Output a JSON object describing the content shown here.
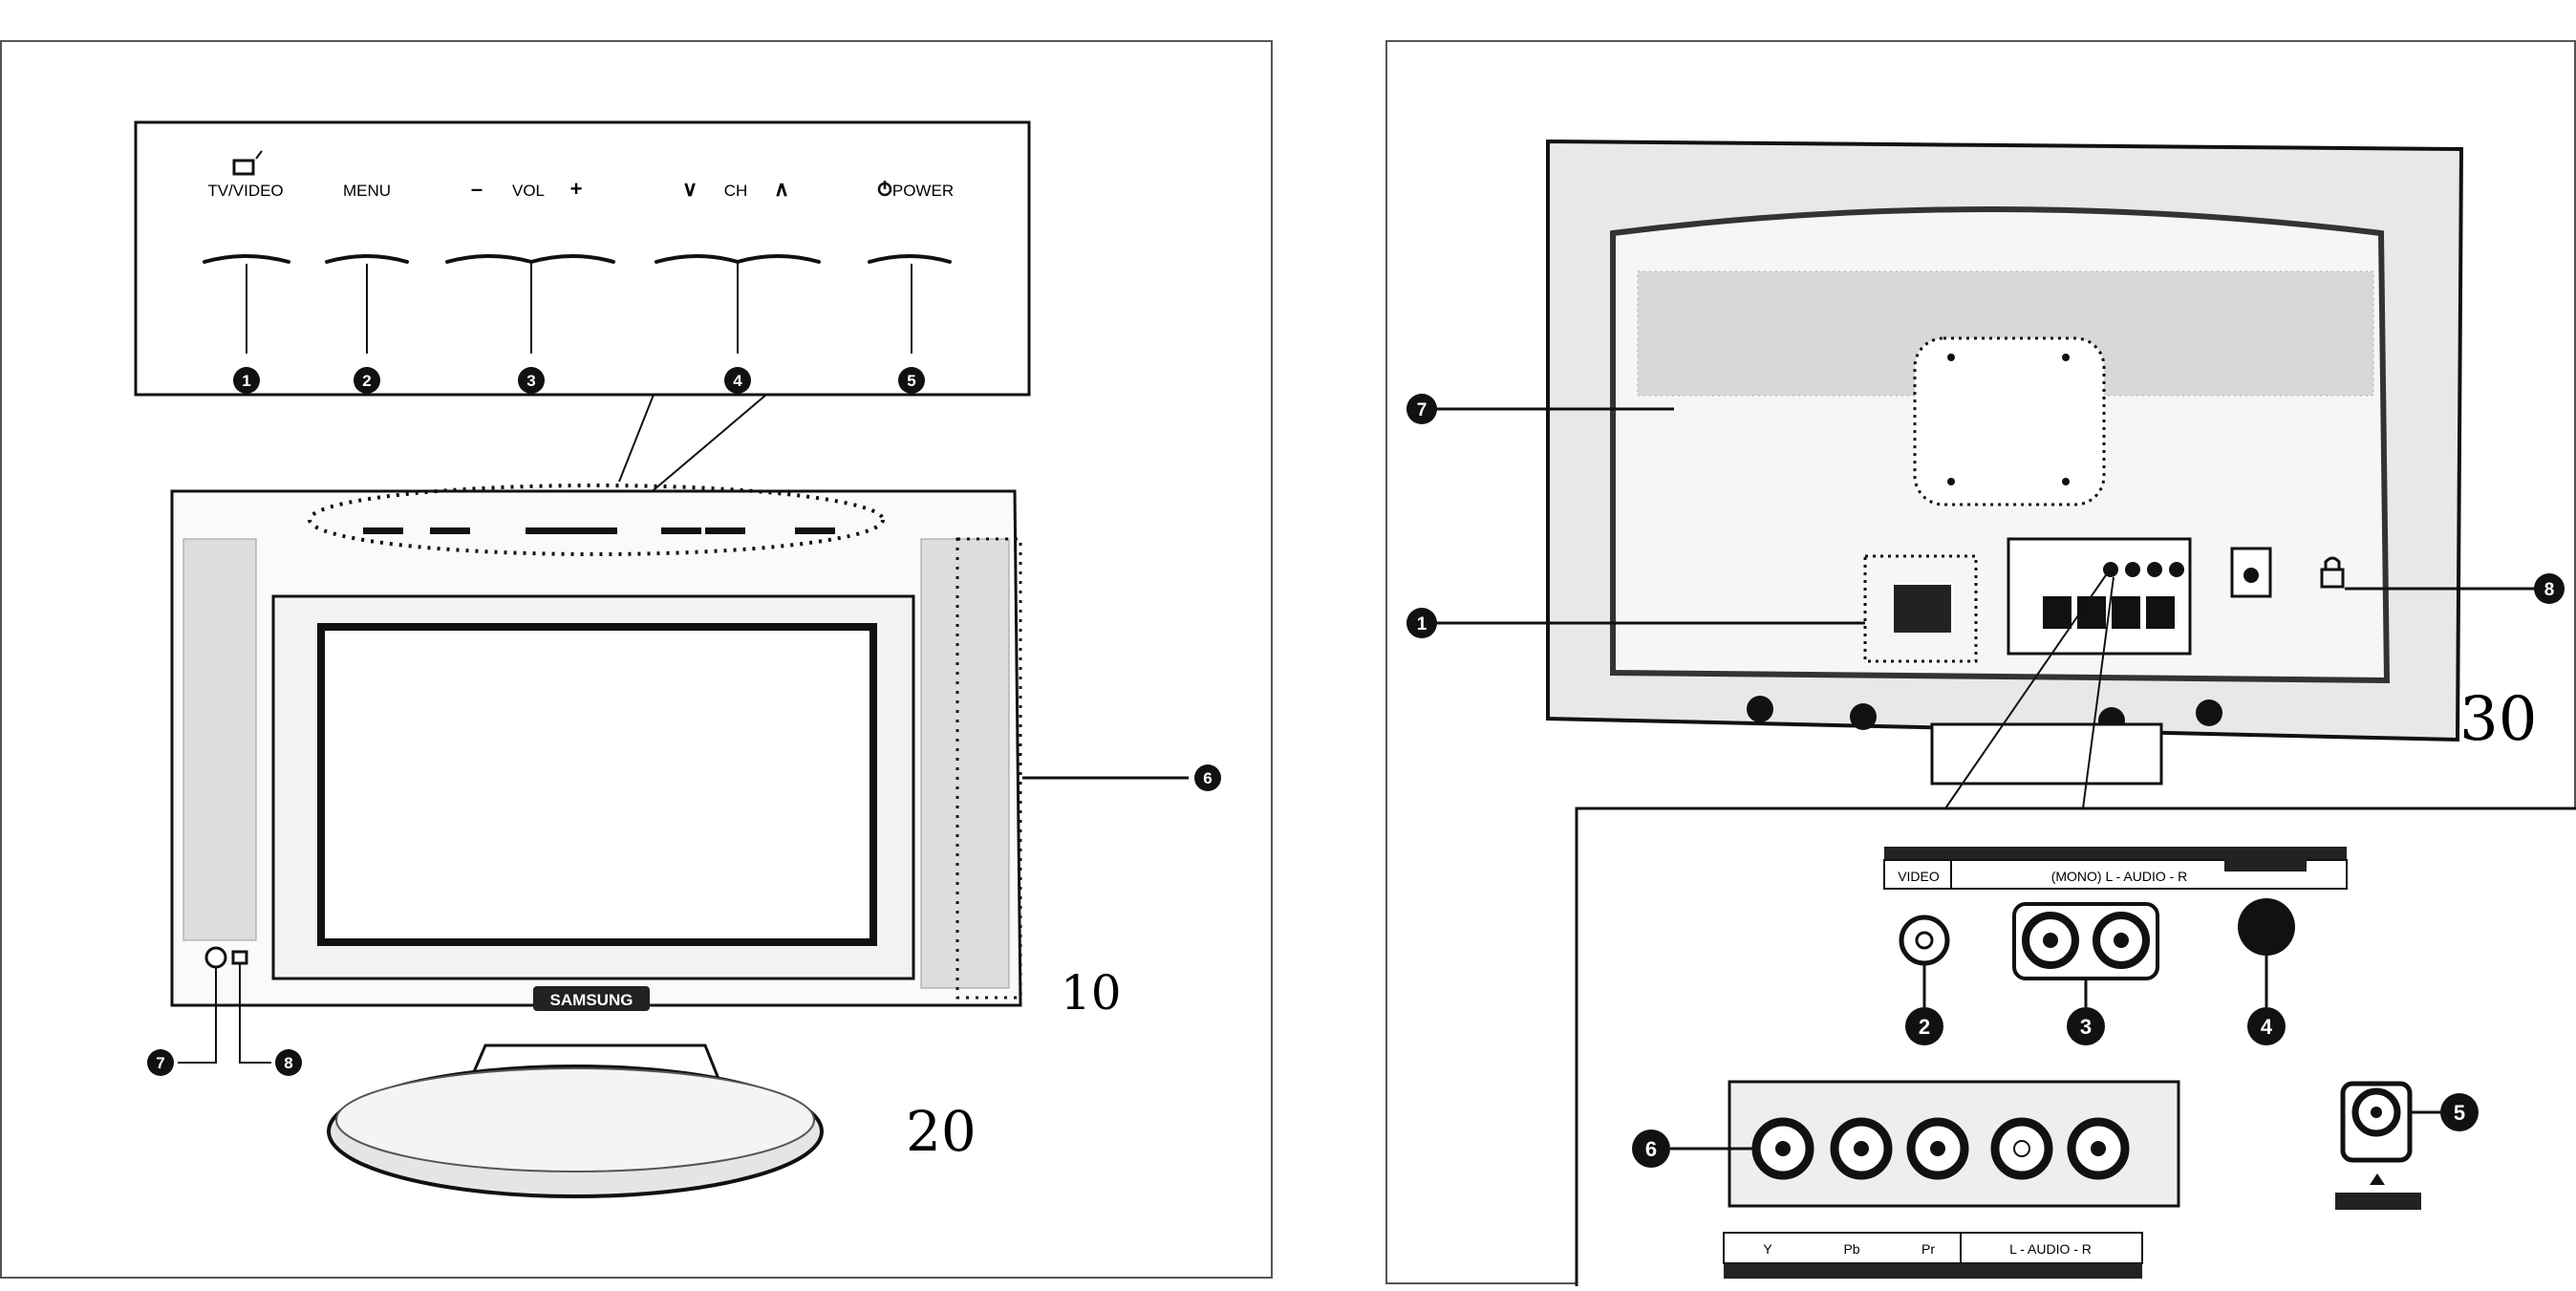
{
  "front_panel": {
    "buttons": [
      {
        "label": "TV/VIDEO",
        "number": "1"
      },
      {
        "label": "MENU",
        "number": "2"
      },
      {
        "label": "VOL",
        "minus": "–",
        "plus": "+",
        "number": "3"
      },
      {
        "label": "CH",
        "down": "∨",
        "up": "∧",
        "number": "4"
      },
      {
        "label": "POWER",
        "number": "5"
      }
    ],
    "brand": "SAMSUNG",
    "callouts": [
      "6",
      "7",
      "8"
    ],
    "handwritten": [
      "10",
      "20"
    ]
  },
  "rear_panel": {
    "callouts_top": [
      "7",
      "1",
      "8"
    ],
    "handwritten": "30",
    "av_strip": {
      "video": "VIDEO",
      "audio": "(MONO) L - AUDIO - R"
    },
    "component_strip": {
      "y": "Y",
      "pb": "Pb",
      "pr": "Pr",
      "audio": "L - AUDIO - R"
    },
    "jack_callouts": [
      "2",
      "3",
      "4",
      "5",
      "6"
    ]
  },
  "icons": [
    "tv-video-icon",
    "power-icon",
    "lock-icon",
    "power-socket-icon"
  ]
}
